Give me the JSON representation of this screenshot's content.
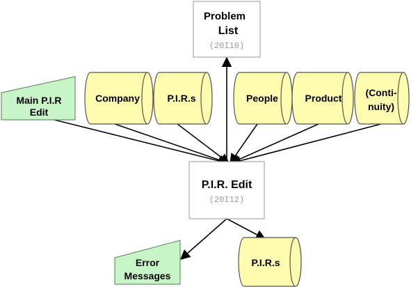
{
  "nodes": {
    "problem_list": {
      "line1": "Problem",
      "line2": "List",
      "code": "(20I10)"
    },
    "pir_edit": {
      "title": "P.I.R. Edit",
      "code": "(20I12)"
    },
    "main_pir_edit": {
      "line1": "Main P.I.R",
      "line2": "Edit"
    },
    "error_messages": {
      "line1": "Error",
      "line2": "Messages"
    },
    "files_top": [
      {
        "label": "Company"
      },
      {
        "label": "P.I.R.s"
      },
      {
        "label": "People"
      },
      {
        "label": "Product"
      },
      {
        "line1": "(Conti-",
        "line2": "nuity)"
      }
    ],
    "file_bottom": {
      "label": "P.I.R.s"
    }
  },
  "colors": {
    "file_fill": "#fdfbad",
    "screen_fill": "#c8f5c8",
    "box_border": "#a8a8a8",
    "arrow": "#000000"
  }
}
